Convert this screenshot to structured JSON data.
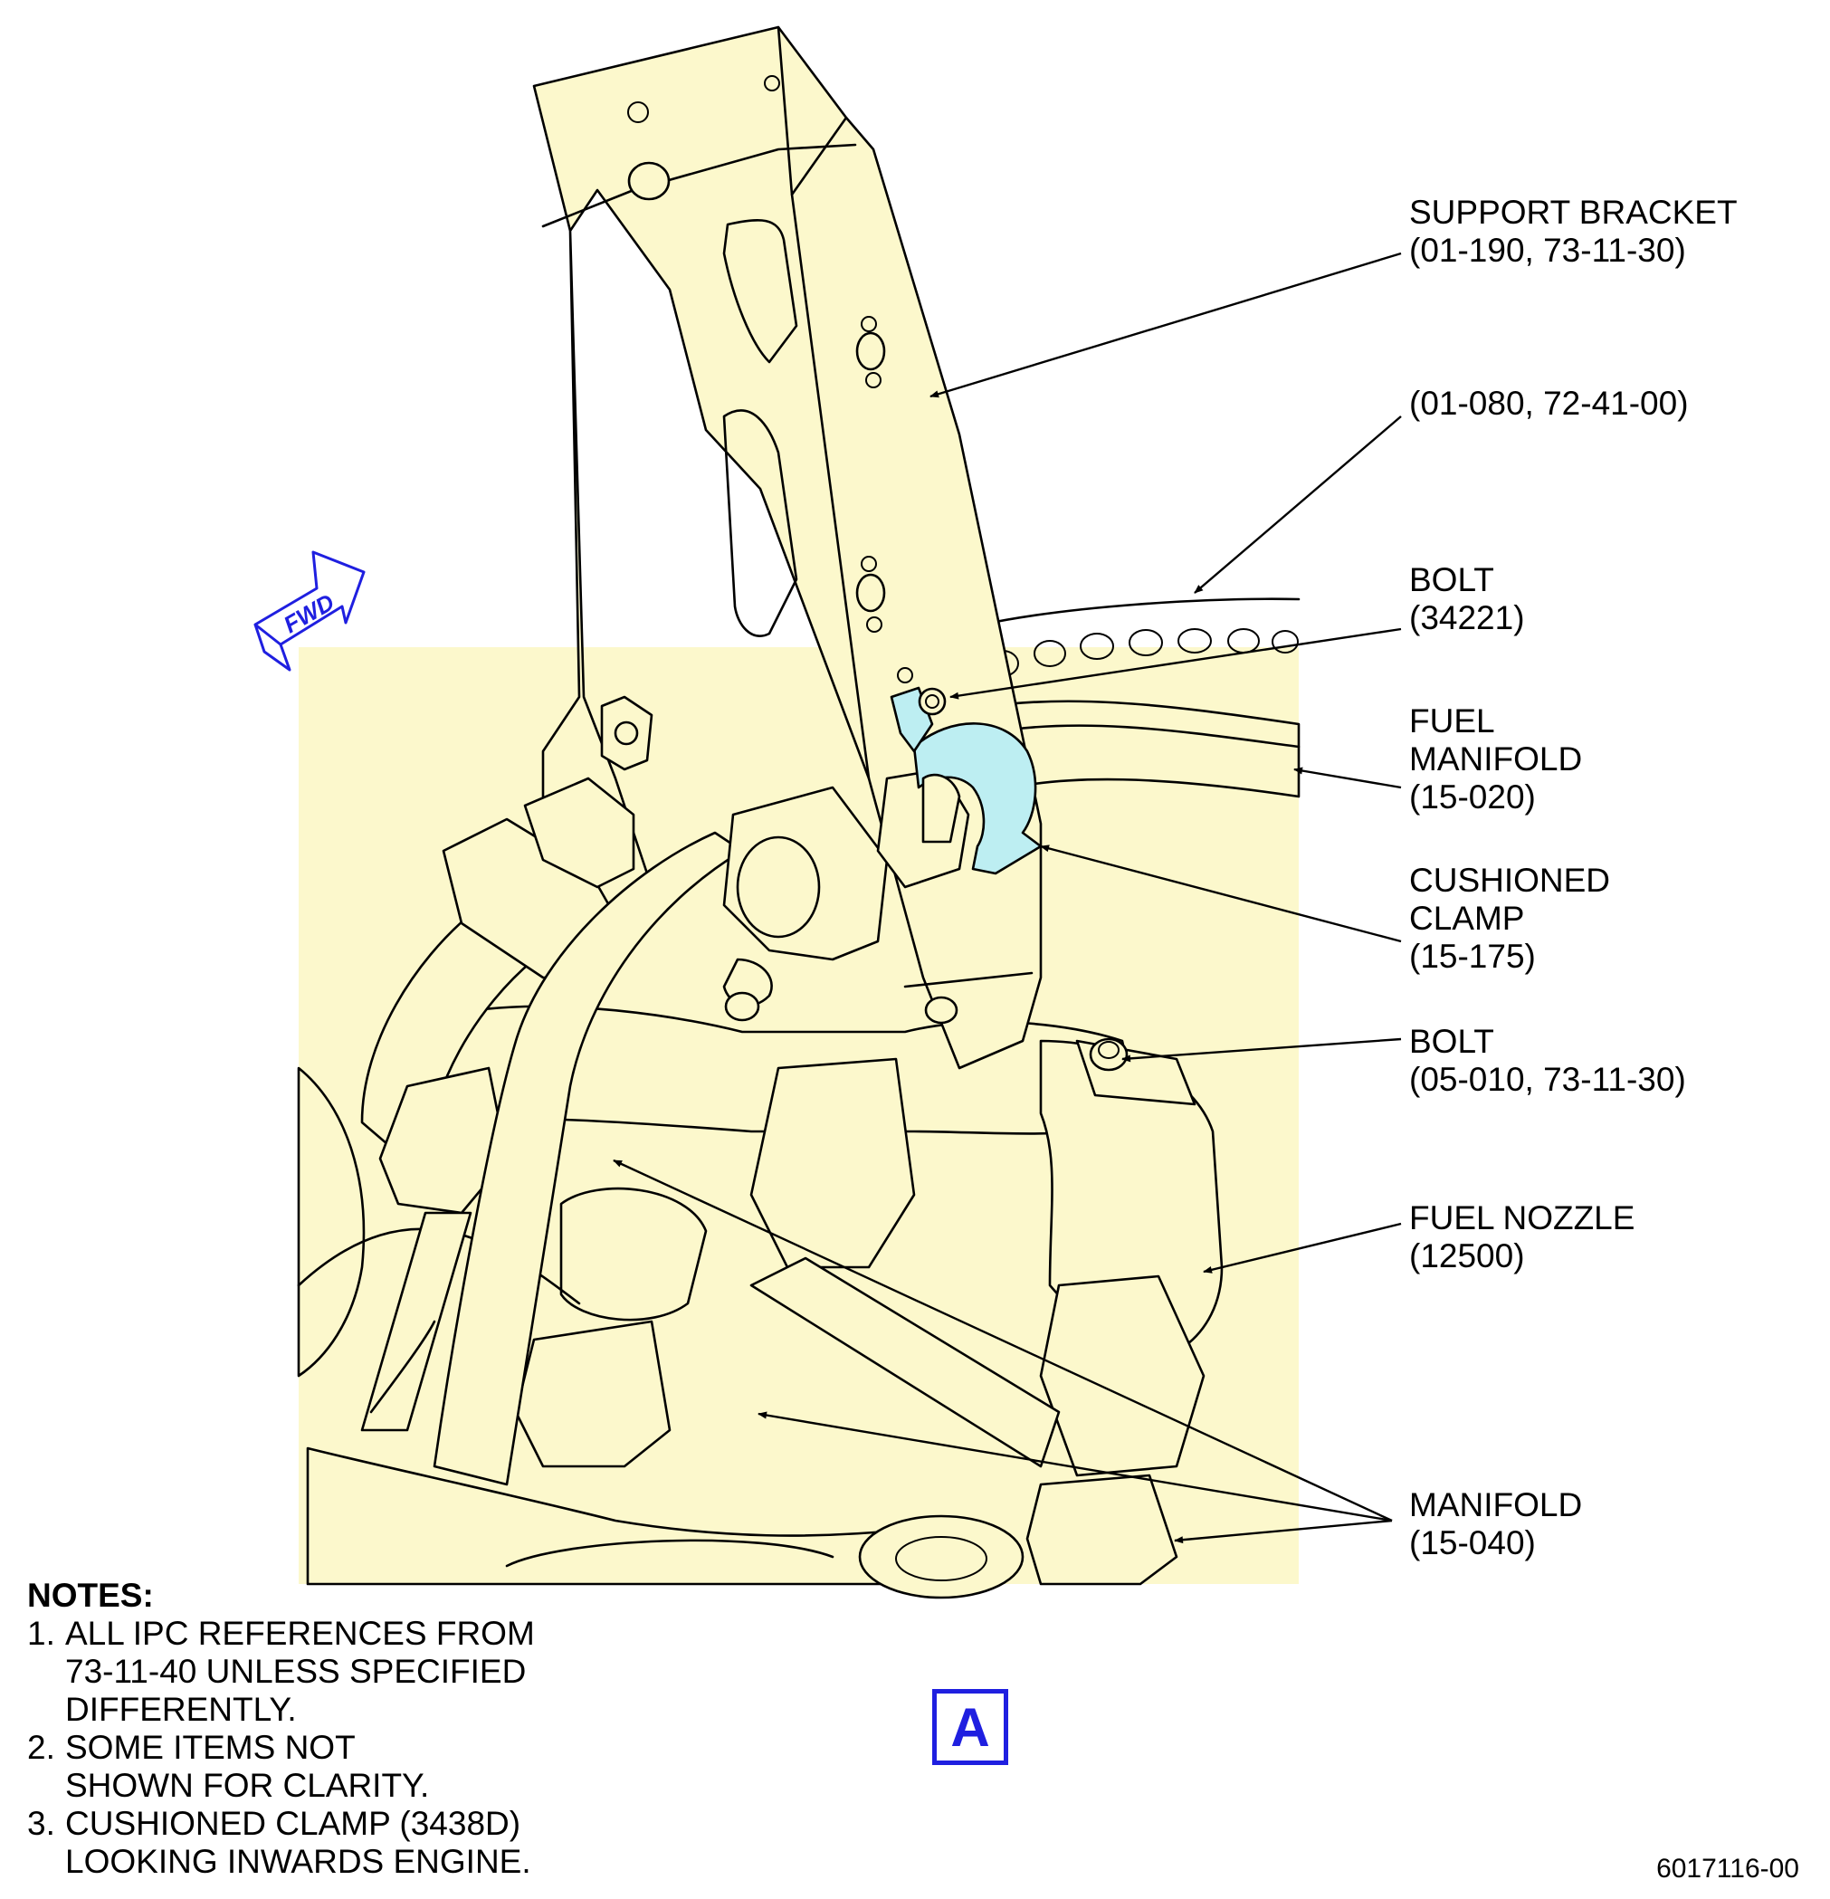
{
  "callouts": {
    "support_bracket": [
      "SUPPORT BRACKET",
      "(01-190, 73-11-30)"
    ],
    "ref_72_41_00": [
      "(01-080, 72-41-00)"
    ],
    "bolt_34221": [
      "BOLT",
      "(34221)"
    ],
    "fuel_manifold": [
      "FUEL",
      "MANIFOLD",
      "(15-020)"
    ],
    "cushioned_clamp": [
      "CUSHIONED",
      "CLAMP",
      "(15-175)"
    ],
    "bolt_05_010": [
      "BOLT",
      "(05-010, 73-11-30)"
    ],
    "fuel_nozzle": [
      "FUEL NOZZLE",
      "(12500)"
    ],
    "manifold_15_040": [
      "MANIFOLD",
      "(15-040)"
    ]
  },
  "fwd_label": "FWD",
  "notes": {
    "title": "NOTES:",
    "items": [
      {
        "num": "1.",
        "lines": [
          "ALL IPC REFERENCES FROM",
          "73-11-40 UNLESS SPECIFIED",
          "DIFFERENTLY."
        ]
      },
      {
        "num": "2.",
        "lines": [
          "SOME ITEMS NOT",
          "SHOWN FOR CLARITY."
        ]
      },
      {
        "num": "3.",
        "lines": [
          "CUSHIONED CLAMP (3438D)",
          "LOOKING INWARDS ENGINE."
        ]
      }
    ]
  },
  "view_letter": "A",
  "drawing_number": "6017116-00",
  "colors": {
    "part_fill": "#fcf8cc",
    "clamp_fill": "#bdeef2",
    "accent_blue": "#1f1fe0"
  }
}
